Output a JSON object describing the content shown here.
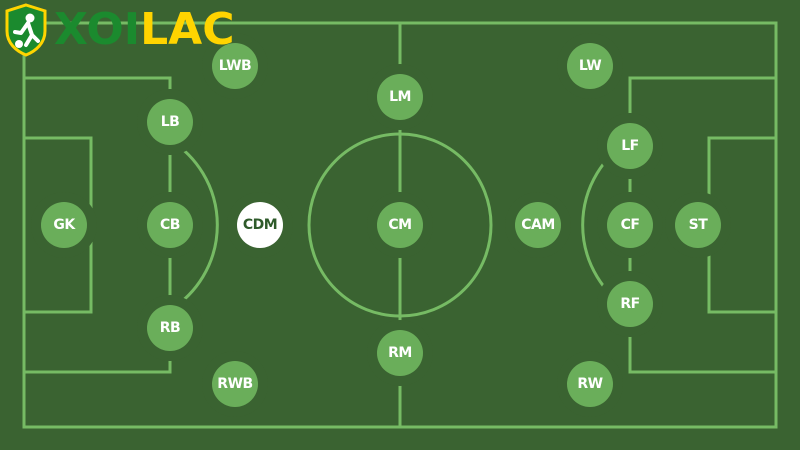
{
  "brand": {
    "part1": "XOI",
    "part2": "LAC",
    "color1": "#1b8a2e",
    "color2": "#ffd400",
    "shield_icon": "shield-player-icon"
  },
  "pitch": {
    "grass_color": "#3a6331",
    "line_color": "#76bb64",
    "token_color": "#6aae5a",
    "selected_token_color": "#ffffff"
  },
  "positions": [
    {
      "label": "GK"
    },
    {
      "label": "LB"
    },
    {
      "label": "CB"
    },
    {
      "label": "RB"
    },
    {
      "label": "LWB"
    },
    {
      "label": "RWB"
    },
    {
      "label": "CDM",
      "selected": true
    },
    {
      "label": "LM"
    },
    {
      "label": "CM"
    },
    {
      "label": "RM"
    },
    {
      "label": "CAM"
    },
    {
      "label": "LW"
    },
    {
      "label": "RW"
    },
    {
      "label": "LF"
    },
    {
      "label": "CF"
    },
    {
      "label": "RF"
    },
    {
      "label": "ST"
    }
  ]
}
